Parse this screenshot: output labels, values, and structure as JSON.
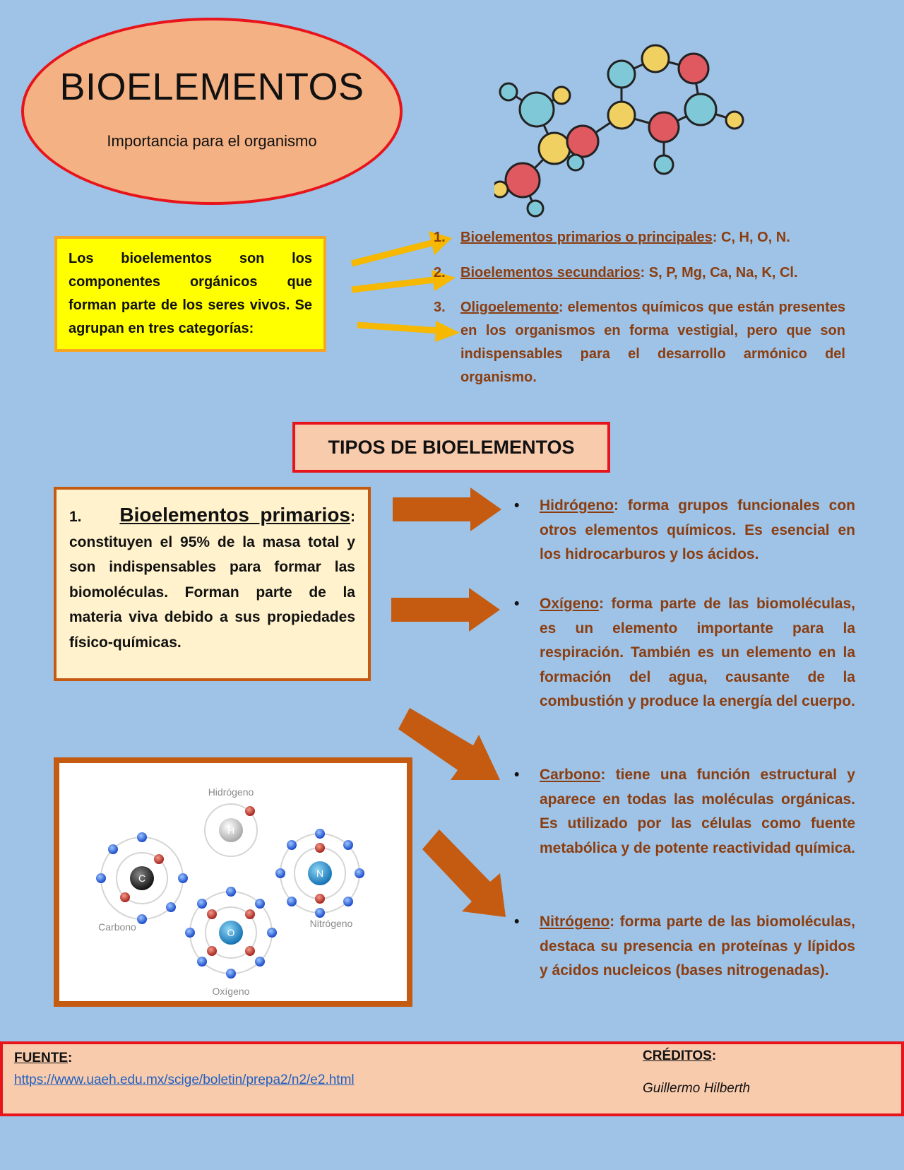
{
  "header": {
    "title": "BIOELEMENTOS",
    "subtitle": "Importancia para el organismo"
  },
  "intro": {
    "text": "Los bioelementos son los componentes orgánicos que forman parte de los seres vivos. Se agrupan en tres categorías:"
  },
  "categories": [
    {
      "num": "1.",
      "term": "Bioelementos primarios o principales",
      "rest": ": C, H, O, N."
    },
    {
      "num": "2.",
      "term": "Bioelementos secundarios",
      "rest": ": S, P, Mg, Ca, Na, K, Cl."
    },
    {
      "num": "3.",
      "term": "Oligoelemento",
      "rest": ": elementos químicos que están presentes en los organismos en forma vestigial, pero que son indispensables para el desarrollo armónico del organismo."
    }
  ],
  "tipos": {
    "title": "TIPOS DE BIOELEMENTOS"
  },
  "primary": {
    "num": "1.",
    "term": "Bioelementos primarios",
    "colon": ":",
    "text": "constituyen el 95% de la masa total y son indispensables para formar las biomoléculas. Forman parte de la materia viva debido a sus propiedades físico-químicas."
  },
  "atoms_image": {
    "labels": {
      "hydrogen": "Hidrógeno",
      "carbon": "Carbono",
      "nitrogen": "Nitrógeno",
      "oxygen": "Oxígeno"
    },
    "symbols": {
      "hydrogen": "H",
      "carbon": "C",
      "nitrogen": "N",
      "oxygen": "O"
    }
  },
  "bullets": [
    {
      "term": "Hidrógeno",
      "rest": ": forma grupos funcionales con otros elementos químicos. Es esencial en los hidrocarburos y los ácidos."
    },
    {
      "term": "Oxígeno",
      "rest": ": forma parte de las biomoléculas, es un elemento importante para la respiración. También es un elemento en la formación del agua, causante de la combustión y produce la energía del cuerpo."
    },
    {
      "term": "Carbono",
      "rest": ": tiene una función estructural y aparece en todas las moléculas orgánicas. Es utilizado por las células como fuente metabólica y de potente reactividad química."
    },
    {
      "term": "Nitrógeno",
      "rest": ": forma parte de las biomoléculas, destaca su presencia en proteínas y lípidos y ácidos nucleicos (bases nitrogenadas)."
    }
  ],
  "footer": {
    "fuente_label": "FUENTE",
    "fuente_colon": ":",
    "url": "https://www.uaeh.edu.mx/scige/boletin/prepa2/n2/e2.html",
    "creditos_label": "CRÉDITOS",
    "creditos_colon": ":",
    "author": "Guillermo Hilberth"
  },
  "colors": {
    "background": "#9ec3e6",
    "accent_red": "#e8141b",
    "brown_text": "#8b3d10",
    "orange_arrow": "#c55a11",
    "yellow_arrow": "#f6b800"
  }
}
